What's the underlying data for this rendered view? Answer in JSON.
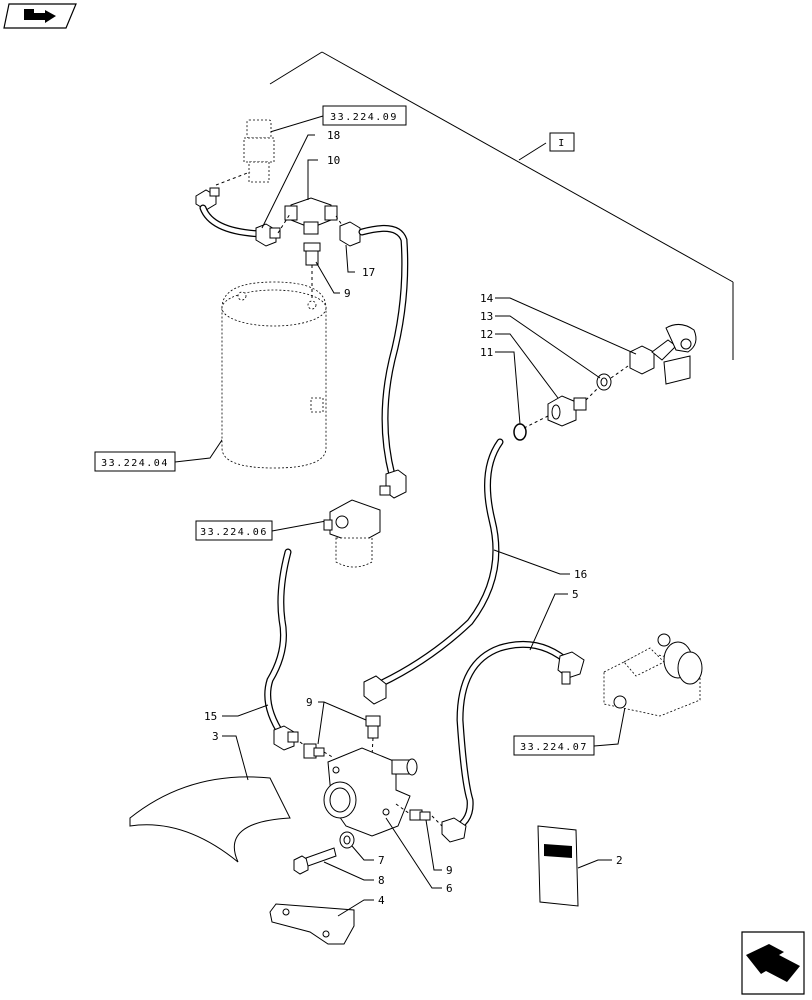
{
  "icons": {
    "top_left": "previous-page-arrow-icon",
    "bottom_right": "next-page-arrow-icon"
  },
  "ref_boxes": {
    "r1": "33.224.09",
    "r2": "33.224.04",
    "r3": "33.224.06",
    "r4": "33.224.07",
    "group": "I"
  },
  "callouts": {
    "c2": "2",
    "c3": "3",
    "c4": "4",
    "c5": "5",
    "c6": "6",
    "c7": "7",
    "c8": "8",
    "c9a": "9",
    "c9b": "9",
    "c9c": "9",
    "c10": "10",
    "c11": "11",
    "c12": "12",
    "c13": "13",
    "c14": "14",
    "c15": "15",
    "c16": "16",
    "c17": "17",
    "c18": "18"
  }
}
